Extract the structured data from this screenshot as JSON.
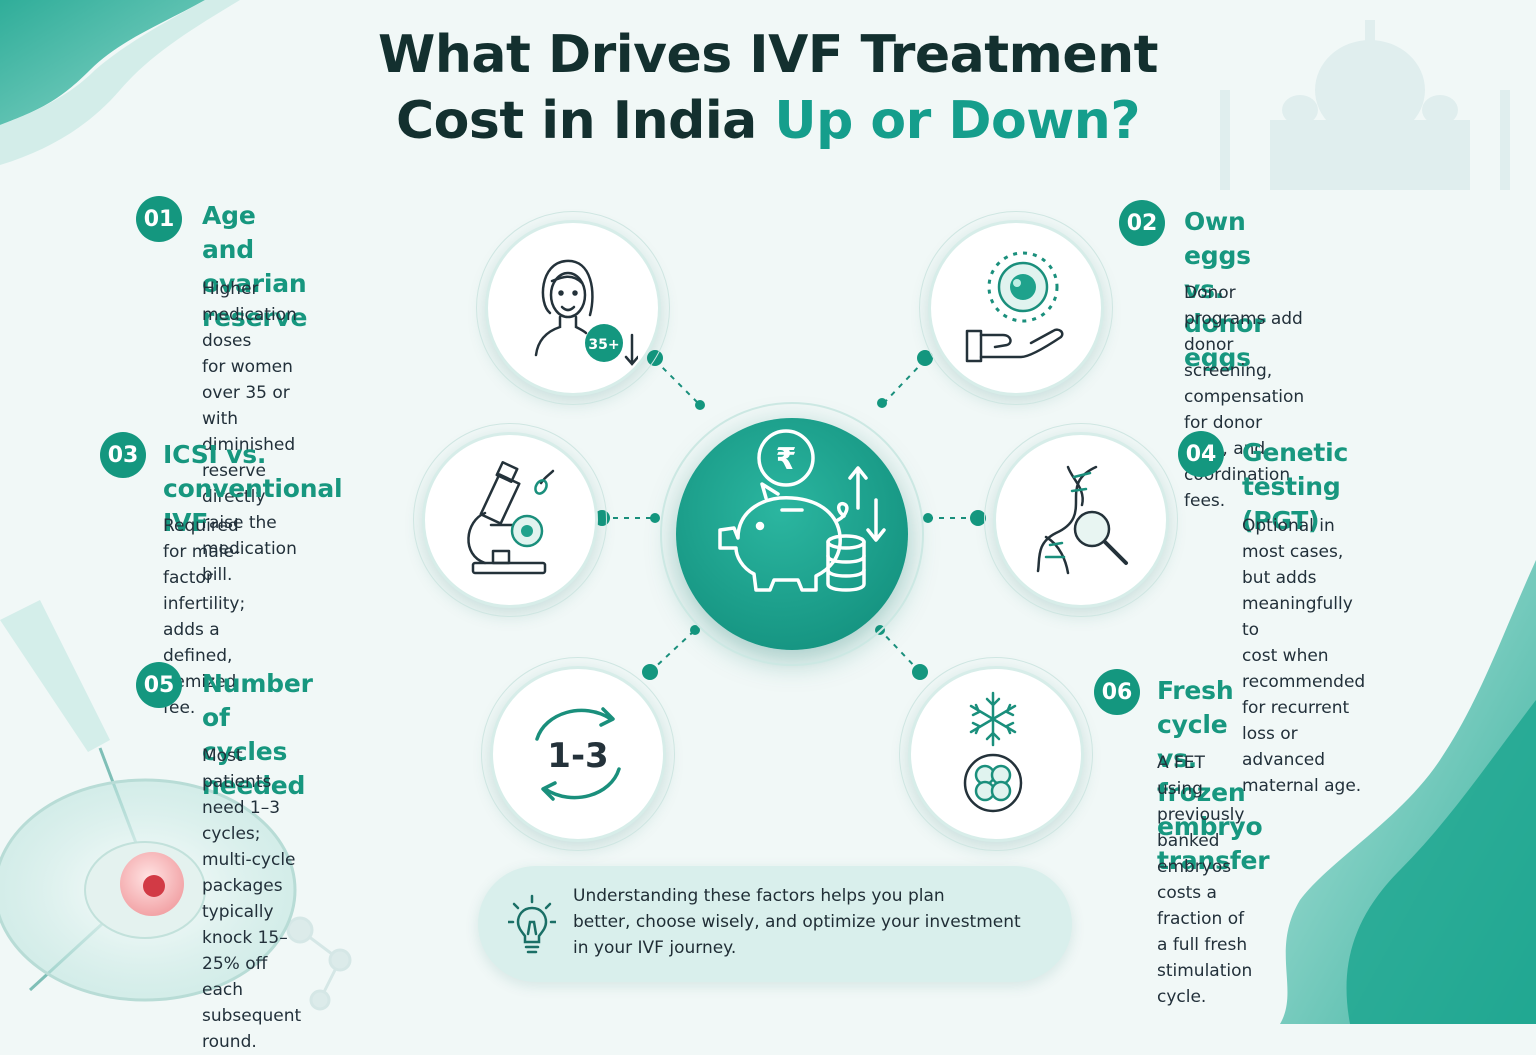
{
  "title": {
    "line1": "What Drives IVF Treatment",
    "line2_plain": "Cost in India ",
    "line2_accent": "Up or Down?"
  },
  "colors": {
    "accent": "#159e8c",
    "badge": "#14977f",
    "title": "#13302f"
  },
  "factors": [
    {
      "num": "01",
      "title1": "Age and ovarian",
      "title2": "reserve",
      "desc": [
        "Higher medication doses",
        "for women over 35 or with",
        "diminished reserve directly",
        "raise the medication bill."
      ],
      "icon": "woman-age-icon",
      "icon_label": "35+"
    },
    {
      "num": "02",
      "title1": "Own eggs vs.",
      "title2": "donor eggs",
      "desc": [
        "Donor programs add donor",
        "screening, compensation",
        "for donor time, and",
        "coordination fees."
      ],
      "icon": "egg-in-hand-icon"
    },
    {
      "num": "03",
      "title1": "ICSI vs.",
      "title2": "conventional IVF",
      "desc": [
        "Required for male-factor",
        "infertility; adds a defined,",
        "itemized fee."
      ],
      "icon": "microscope-icon"
    },
    {
      "num": "04",
      "title1": "Genetic testing",
      "title2": "(PGT)",
      "desc": [
        "Optional in most cases,",
        "but adds meaningfully to",
        "cost when recommended",
        "for recurrent loss or",
        "advanced maternal age."
      ],
      "icon": "dna-magnifier-icon"
    },
    {
      "num": "05",
      "title1": "Number of cycles",
      "title2": "needed",
      "desc": [
        "Most patients need 1–3 cycles;",
        "multi-cycle packages typically",
        "knock 15–25% off each",
        "subsequent round."
      ],
      "icon": "cycle-arrows-icon",
      "icon_label": "1-3"
    },
    {
      "num": "06",
      "title1": "Fresh cycle vs.",
      "title2": "frozen embryo transfer",
      "desc": [
        "A FET using previously",
        "banked embryos costs a",
        "fraction of a full fresh",
        "stimulation cycle."
      ],
      "icon": "snowflake-embryo-icon"
    }
  ],
  "center": {
    "icon": "piggy-bank-rupee-icon",
    "symbol": "₹"
  },
  "banner": {
    "lines": [
      "Understanding these factors helps you plan",
      "better, choose wisely, and optimize your investment",
      "in your IVF journey."
    ],
    "icon": "lightbulb-icon"
  }
}
